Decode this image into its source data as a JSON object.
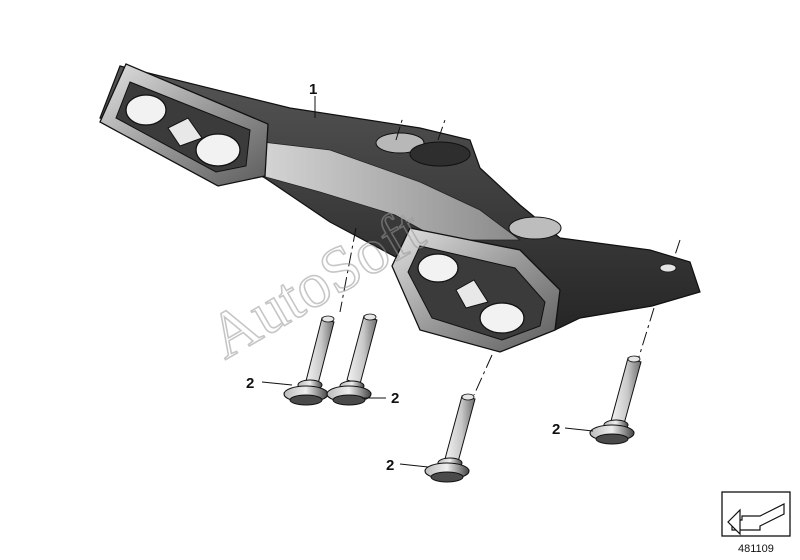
{
  "diagram": {
    "callouts": [
      {
        "id": "part-1",
        "label": "1"
      },
      {
        "id": "screw-a",
        "label": "2"
      },
      {
        "id": "screw-b",
        "label": "2"
      },
      {
        "id": "screw-c",
        "label": "2"
      },
      {
        "id": "screw-d",
        "label": "2"
      }
    ],
    "reference_number": "481109",
    "watermark": "AutoSoft",
    "colors": {
      "bracket_dark": "#3a3a3a",
      "bracket_mid": "#7a7a7a",
      "bracket_light": "#c4c4c4",
      "screw_light": "#d9d9d9",
      "screw_dark": "#555555",
      "line": "#111111"
    }
  }
}
